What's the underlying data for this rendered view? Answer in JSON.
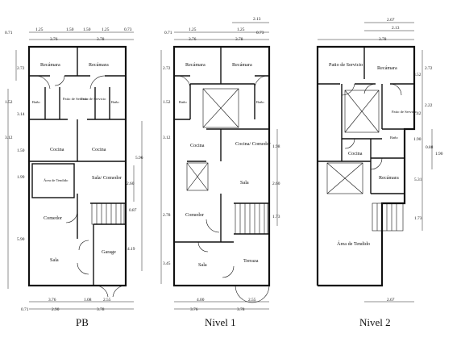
{
  "plans": [
    {
      "caption": "PB",
      "rooms": {
        "recamara_left": "Recámara",
        "recamara_right": "Recámara",
        "bano_left": "Baño",
        "patio_servicio_left": "Patio de Servicio",
        "patio_servicio_right": "Patio de Servicio",
        "bano_right": "Baño",
        "cocina_left": "Cocina",
        "cocina_right": "Cocina",
        "area_de_tendido": "Área de Tendido",
        "sala_comedor": "Sala/ Comedor",
        "comedor": "Comedor",
        "sala": "Sala",
        "garage": "Garage"
      },
      "dims": {
        "top1": [
          "0.71",
          "1.25",
          "1.50",
          "1.50",
          "1.25",
          "0.73"
        ],
        "top2": [
          "3.76",
          "3.78"
        ],
        "left_outer": [
          "1.52",
          "3.14",
          "3.12",
          "1.50",
          "1.99",
          "5.90"
        ],
        "left_inner": "2.72",
        "right": [
          "5.96",
          "2.60",
          "0.87",
          "4.19"
        ],
        "bottom1": [
          "3.76",
          "1.08",
          "2.55"
        ],
        "bottom2": [
          "0.71",
          "2.90",
          "3.78"
        ]
      }
    },
    {
      "caption": "Nivel 1",
      "rooms": {
        "recamara_left": "Recámara",
        "recamara_right": "Recámara",
        "bano_left": "Baño",
        "bano_right": "Baño",
        "cocina": "Cocina",
        "cocina_comedor": "Cocina/ Comedor",
        "sala_right": "Sala",
        "comedor": "Comedor",
        "sala": "Sala",
        "terraza": "Terraza"
      },
      "dims": {
        "top0": "2.13",
        "top1": [
          "0.71",
          "1.25",
          "1.25",
          "0.73"
        ],
        "top2": [
          "3.76",
          "3.78"
        ],
        "left": [
          "2.72",
          "1.52",
          "3.12",
          "2.78",
          "3.45"
        ],
        "right": [
          "1.98",
          "2.60",
          "1.73"
        ],
        "bottom1": [
          "4.00",
          "2.55"
        ],
        "bottom2": [
          "3.76",
          "3.78"
        ]
      }
    },
    {
      "caption": "Nivel 2",
      "rooms": {
        "patio_servicio": "Patio de Servicio",
        "recamara_top": "Recámara",
        "patio_servicio_small": "Patio de Servicio",
        "bano": "Baño",
        "cocina": "Cocina",
        "recamara_mid": "Recámara",
        "area_de_tendido": "Área de Tendido"
      },
      "dims": {
        "top0": "2.67",
        "top1": "2.13",
        "top2": "3.78",
        "right": [
          "2.72",
          "3.52",
          "2.22",
          "1.42",
          "1.90",
          "0.88",
          "1.90",
          "5.31",
          "1.73"
        ],
        "bottom": "2.67"
      }
    }
  ]
}
